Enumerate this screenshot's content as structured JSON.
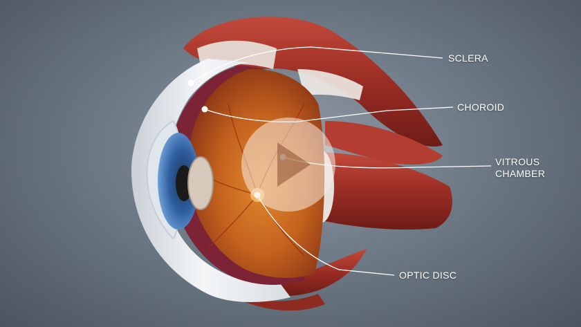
{
  "illustration": {
    "subject": "eye-anatomy-cross-section",
    "labels": {
      "sclera": "SCLERA",
      "choroid": "CHOROID",
      "vitreous_line1": "VITROUS",
      "vitreous_line2": "CHAMBER",
      "optic_disc": "OPTIC DISC"
    }
  },
  "player": {
    "control": "play",
    "icon": "play-icon"
  },
  "colors": {
    "background": "#6e7a86",
    "muscle": "#a2352a",
    "retina": "#c4621e",
    "sclera": "#e8ecef",
    "iris": "#2f5fa0",
    "label": "#ffffff"
  }
}
